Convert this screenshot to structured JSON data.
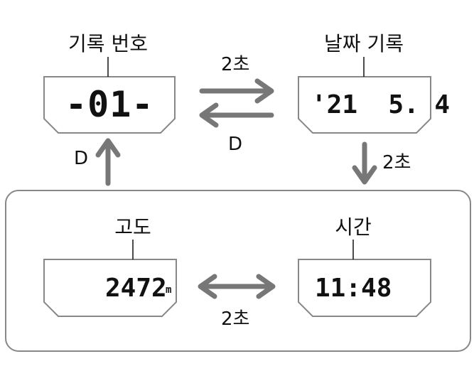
{
  "screens": {
    "record_number": {
      "caption": "기록 번호",
      "display": "-01-"
    },
    "date_record": {
      "caption": "날짜 기록",
      "display": "'21  5. 4"
    },
    "altitude": {
      "caption": "고도",
      "value": "2472",
      "unit": "m"
    },
    "time": {
      "caption": "시간",
      "display": "11:48"
    }
  },
  "transitions": {
    "top_forward": "2초",
    "top_back": "D",
    "right_down": "2초",
    "left_up": "D",
    "bottom_both": "2초"
  },
  "colors": {
    "arrow": "#777777",
    "outline": "#888888",
    "lcd_text": "#111111"
  }
}
